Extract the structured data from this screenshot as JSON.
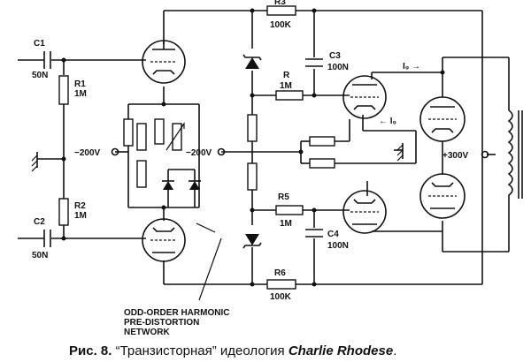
{
  "components": {
    "c1": {
      "ref": "C1",
      "value": "50N"
    },
    "c2": {
      "ref": "C2",
      "value": "50N"
    },
    "r1": {
      "ref": "R1",
      "value": "1M"
    },
    "r2": {
      "ref": "R2",
      "value": "1M"
    },
    "r3": {
      "ref": "R3",
      "value": "100K"
    },
    "r": {
      "ref": "R",
      "value": "1M"
    },
    "r5": {
      "ref": "R5",
      "value": "1M"
    },
    "r6": {
      "ref": "R6",
      "value": "100K"
    },
    "c3": {
      "ref": "C3",
      "value": "100N"
    },
    "c4": {
      "ref": "C4",
      "value": "100N"
    }
  },
  "supplies": {
    "neg_left": "−200V",
    "neg_mid": "−200V",
    "pos": "+300V"
  },
  "currents": {
    "ig_top": "I₉ →",
    "ig_mid": "← I₉"
  },
  "annotation": {
    "line1": "ODD-ORDER HARMONIC",
    "line2": "PRE-DISTORTION",
    "line3": "NETWORK"
  },
  "caption": {
    "prefix": "Рис. 8.",
    "title": " “Транзисторная” идеология ",
    "author": "Charlie Rhodese",
    "suffix": "."
  }
}
